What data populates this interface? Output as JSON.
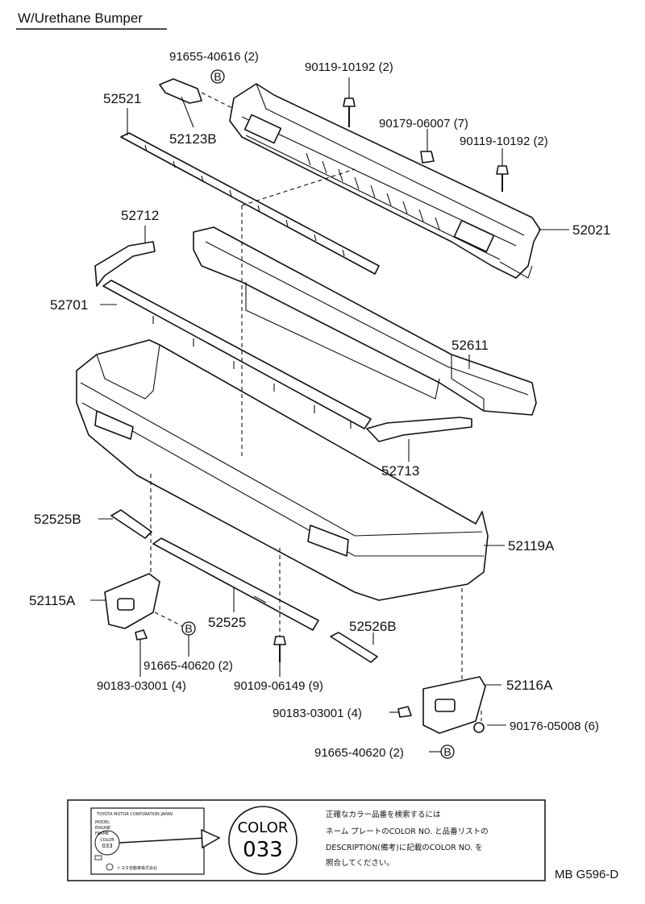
{
  "title": "W/Urethane Bumper",
  "drawing_code": "MB G596-D",
  "callout_letter": "B",
  "parts": {
    "p91655_40616": "91655-40616 (2)",
    "p90119_10192_a": "90119-10192 (2)",
    "p52521": "52521",
    "p52123B": "52123B",
    "p90179_06007": "90179-06007 (7)",
    "p90119_10192_b": "90119-10192 (2)",
    "p52021": "52021",
    "p52712": "52712",
    "p52701": "52701",
    "p52611": "52611",
    "p52713": "52713",
    "p52525B": "52525B",
    "p52119A": "52119A",
    "p52115A": "52115A",
    "p52525": "52525",
    "p52526B": "52526B",
    "p91665_40620_a": "91665-40620 (2)",
    "p90183_03001_a": "90183-03001 (4)",
    "p90109_06149": "90109-06149 (9)",
    "p52116A": "52116A",
    "p90183_03001_b": "90183-03001 (4)",
    "p90176_05008": "90176-05008 (6)",
    "p91665_40620_b": "91665-40620 (2)"
  },
  "color_box": {
    "badge_top": "COLOR",
    "badge_code": "033",
    "plate_small_code": "033",
    "plate_small_color": "COLOR",
    "note_lines": [
      "正確なカラー品番を検索するには",
      "ネーム プレートのCOLOR NO. と品番リストの",
      "DESCRIPTION(備考)に記載のCOLOR NO. を",
      "照合してください。"
    ]
  }
}
